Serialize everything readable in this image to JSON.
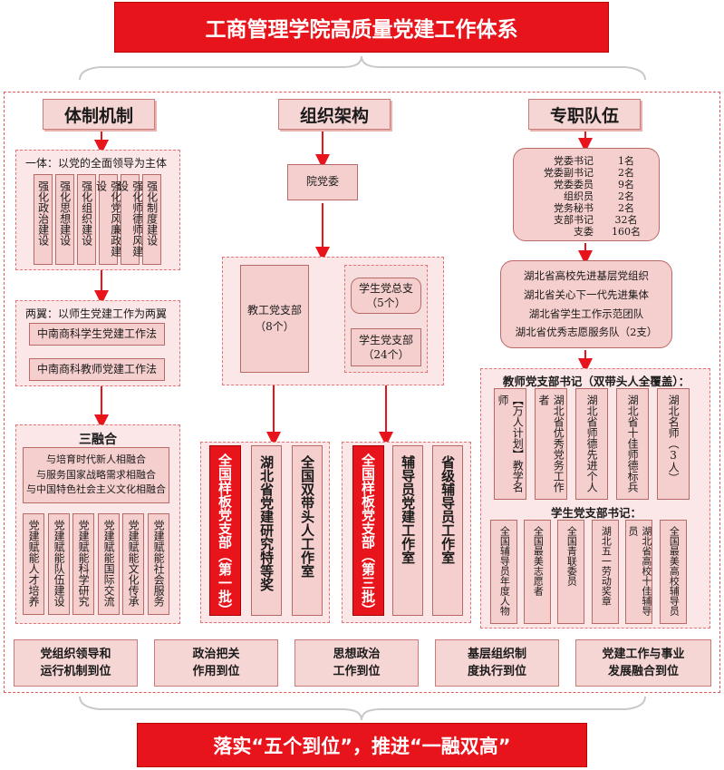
{
  "title": "工商管理学院高质量党建工作体系",
  "bottom_banner": "落实“五个到位”，推进“一融双高”",
  "columns": {
    "left": "体制机制",
    "mid": "组织架构",
    "right": "专职队伍"
  },
  "left": {
    "yiti_title": "一体：以党的全面领导为主体",
    "yiti_items": [
      "强化政治建设",
      "强化思想建设",
      "强化组织建设",
      "强化党风廉政建设",
      "强化师德师风建设",
      "强化制度建设"
    ],
    "liangyi_title": "两翼：以师生党建工作为两翼",
    "liangyi_items": [
      "中南商科学生党建工作法",
      "中南商科教师党建工作法"
    ],
    "sanronghe_title": "三融合",
    "sanronghe_lines": [
      "与培育时代新人相融合",
      "与服务国家战略需求相融合",
      "与中国特色社会主义文化相融合"
    ],
    "sanronghe_items": [
      "党建赋能人才培养",
      "党建赋能队伍建设",
      "党建赋能科学研究",
      "党建赋能国际交流",
      "党建赋能文化传承",
      "党建赋能社会服务"
    ]
  },
  "mid": {
    "committee": "院党委",
    "teacher_branch": "教工党支部",
    "teacher_branch_count": "（8个）",
    "student_general": "学生党总支",
    "student_general_count": "（5个）",
    "student_branch": "学生党支部",
    "student_branch_count": "（24个）",
    "group1": [
      "全国样板党支部（第一批）",
      "湖北省党建研究特等奖",
      "全国双带头人工作室"
    ],
    "group2": [
      "全国样板党支部（第三批）",
      "辅导员党建工作室",
      "省级辅导员工作室"
    ]
  },
  "right": {
    "staff": [
      {
        "role": "党委书记",
        "count": "1名"
      },
      {
        "role": "党委副书记",
        "count": "2名"
      },
      {
        "role": "党委委员",
        "count": "9名"
      },
      {
        "role": "组织员",
        "count": "2名"
      },
      {
        "role": "党务秘书",
        "count": "2名"
      },
      {
        "role": "支部书记",
        "count": "32名"
      },
      {
        "role": "支委",
        "count": "160名"
      }
    ],
    "honors": [
      "湖北省高校先进基层党组织",
      "湖北省关心下一代先进集体",
      "湖北省学生工作示范团队",
      "湖北省优秀志愿服务队（2支）"
    ],
    "teacher_sec_title": "教师党支部书记（双带头人全覆盖）：",
    "teacher_sec_items": [
      "【万人计划】教学名师",
      "湖北省优秀党务工作者",
      "湖北省师德先进个人",
      "湖北省十佳师德标兵",
      "湖北名师（3人）"
    ],
    "student_sec_title": "学生党支部书记：",
    "student_sec_items": [
      "全国辅导员年度人物",
      "全国最美志愿者",
      "全国青联委员",
      "湖北五一劳动奖章",
      "湖北省高校十佳辅导员",
      "全国最美高校辅导员"
    ]
  },
  "footer": [
    [
      "党组织领导和",
      "运行机制到位"
    ],
    [
      "政治把关",
      "作用到位"
    ],
    [
      "思想政治",
      "工作到位"
    ],
    [
      "基层组织制",
      "度执行到位"
    ],
    [
      "党建工作与事业",
      "发展融合到位"
    ]
  ],
  "colors": {
    "red": "#e8141c",
    "pink": "#f5cfcd",
    "dash": "#e05a5a"
  }
}
